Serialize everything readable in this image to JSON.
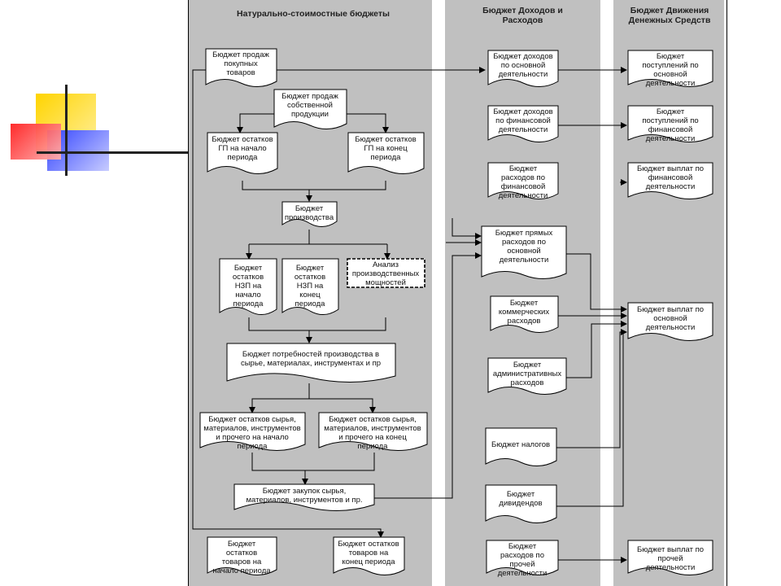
{
  "lanes": {
    "natural": "Натурально-стоимостные бюджеты",
    "income": "Бюджет Доходов и Расходов",
    "cash": "Бюджет Движения Денежных Средств"
  },
  "blocks": [
    {
      "id": "b1",
      "text": "Бюджет продаж покупных товаров"
    },
    {
      "id": "b2",
      "text": "Бюджет продаж собственной продукции"
    },
    {
      "id": "b3",
      "text": "Бюджет остатков ГП на начало периода"
    },
    {
      "id": "b4",
      "text": "Бюджет остатков ГП на конец периода"
    },
    {
      "id": "b5",
      "text": "Бюджет производства"
    },
    {
      "id": "b6",
      "text": "Бюджет остатков НЗП на начало периода"
    },
    {
      "id": "b7",
      "text": "Бюджет остатков НЗП на конец периода"
    },
    {
      "id": "b8",
      "text": "Анализ производственных мощностей"
    },
    {
      "id": "b9",
      "text": "Бюджет потребностей производства в сырье, материалах, инструментах и пр"
    },
    {
      "id": "b10",
      "text": "Бюджет остатков сырья, материалов, инструментов и прочего на начало периода"
    },
    {
      "id": "b11",
      "text": "Бюджет остатков сырья, материалов, инструментов и прочего на конец периода"
    },
    {
      "id": "b12",
      "text": "Бюджет закупок сырья, материалов, инструментов и пр."
    },
    {
      "id": "b13",
      "text": "Бюджет остатков товаров на начало периода"
    },
    {
      "id": "b14",
      "text": "Бюджет остатков товаров на конец периода"
    },
    {
      "id": "i1",
      "text": "Бюджет доходов по основной деятельности"
    },
    {
      "id": "i2",
      "text": "Бюджет доходов по финансовой деятельности"
    },
    {
      "id": "i3",
      "text": "Бюджет расходов по финансовой деятельности"
    },
    {
      "id": "i4",
      "text": "Бюджет прямых расходов по основной деятельности"
    },
    {
      "id": "i5",
      "text": "Бюджет коммерческих расходов"
    },
    {
      "id": "i6",
      "text": "Бюджет административных расходов"
    },
    {
      "id": "i7",
      "text": "Бюджет налогов"
    },
    {
      "id": "i8",
      "text": "Бюджет дивидендов"
    },
    {
      "id": "i9",
      "text": "Бюджет расходов по прочей деятельности"
    },
    {
      "id": "c1",
      "text": "Бюджет поступлений по основной деятельности"
    },
    {
      "id": "c2",
      "text": "Бюджет поступлений по финансовой деятельности"
    },
    {
      "id": "c3",
      "text": "Бюджет выплат по финансовой деятельности"
    },
    {
      "id": "c4",
      "text": "Бюджет выплат по основной деятельности"
    },
    {
      "id": "c5",
      "text": "Бюджет выплат по прочей деятельности"
    }
  ]
}
